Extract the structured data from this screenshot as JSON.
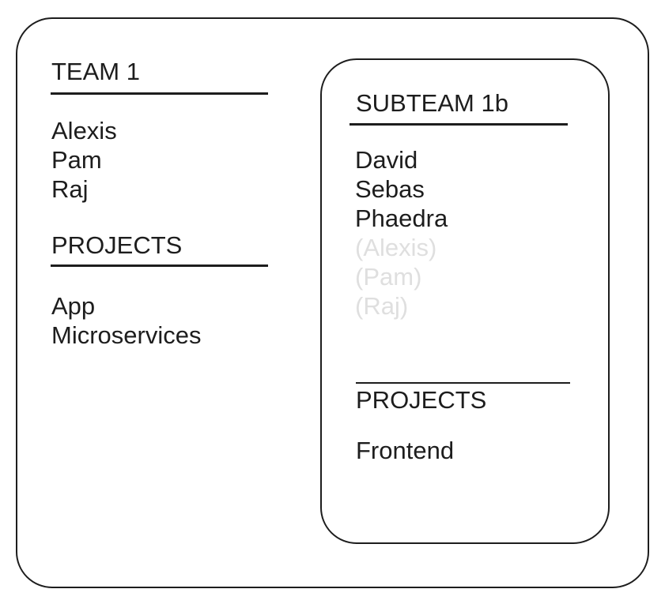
{
  "team_panel": {
    "title": "TEAM 1",
    "members": [
      "Alexis",
      "Pam",
      "Raj"
    ],
    "projects_heading": "PROJECTS",
    "projects": [
      "App",
      "Microservices"
    ]
  },
  "subteam_panel": {
    "title": "SUBTEAM 1b",
    "members": [
      "David",
      "Sebas",
      "Phaedra"
    ],
    "inherited_members": [
      "(Alexis)",
      "(Pam)",
      "(Raj)"
    ],
    "projects_heading": "PROJECTS",
    "projects": [
      "Frontend"
    ]
  },
  "colors": {
    "text": "#1d1d1d",
    "inherited_member_text": "#dfdfdf",
    "box_border": "#1d1d1d",
    "background": "#ffffff"
  }
}
